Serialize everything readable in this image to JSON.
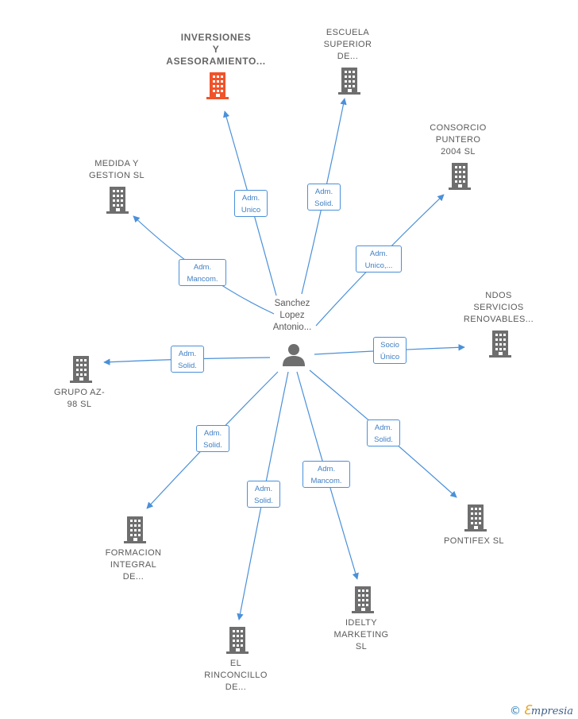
{
  "center": {
    "name": "Sanchez\nLopez\nAntonio..."
  },
  "companies": [
    {
      "id": "inversiones",
      "name": "INVERSIONES\nY\nASESORAMIENTO...",
      "highlight": true,
      "role": "Adm.\nUnico"
    },
    {
      "id": "escuela",
      "name": "ESCUELA\nSUPERIOR\nDE...",
      "role": "Adm.\nSolid."
    },
    {
      "id": "consorcio",
      "name": "CONSORCIO\nPUNTERO\n2004  SL",
      "role": "Adm.\nUnico,..."
    },
    {
      "id": "medida",
      "name": "MEDIDA Y\nGESTION  SL",
      "role": "Adm.\nMancom."
    },
    {
      "id": "ndos",
      "name": "NDOS\nSERVICIOS\nRENOVABLES...",
      "role": "Socio\nÚnico"
    },
    {
      "id": "grupo",
      "name": "GRUPO AZ-\n98 SL",
      "role": "Adm.\nSolid."
    },
    {
      "id": "formacion",
      "name": "FORMACION\nINTEGRAL\nDE...",
      "role": "Adm.\nSolid."
    },
    {
      "id": "rinconcillo",
      "name": "EL\nRINCONCILLO\nDE...",
      "role": "Adm.\nSolid."
    },
    {
      "id": "idelty",
      "name": "IDELTY\nMARKETING\nSL",
      "role": "Adm.\nMancom."
    },
    {
      "id": "pontifex",
      "name": "PONTIFEX SL",
      "role": "Adm.\nSolid."
    }
  ],
  "colors": {
    "edge": "#4a90d9",
    "building": "#6e6e6e",
    "highlight": "#f0532a",
    "person": "#6e6e6e"
  },
  "footer": {
    "copyright": "©",
    "brand_initial": "ℇ",
    "brand_rest": "mpresia"
  }
}
